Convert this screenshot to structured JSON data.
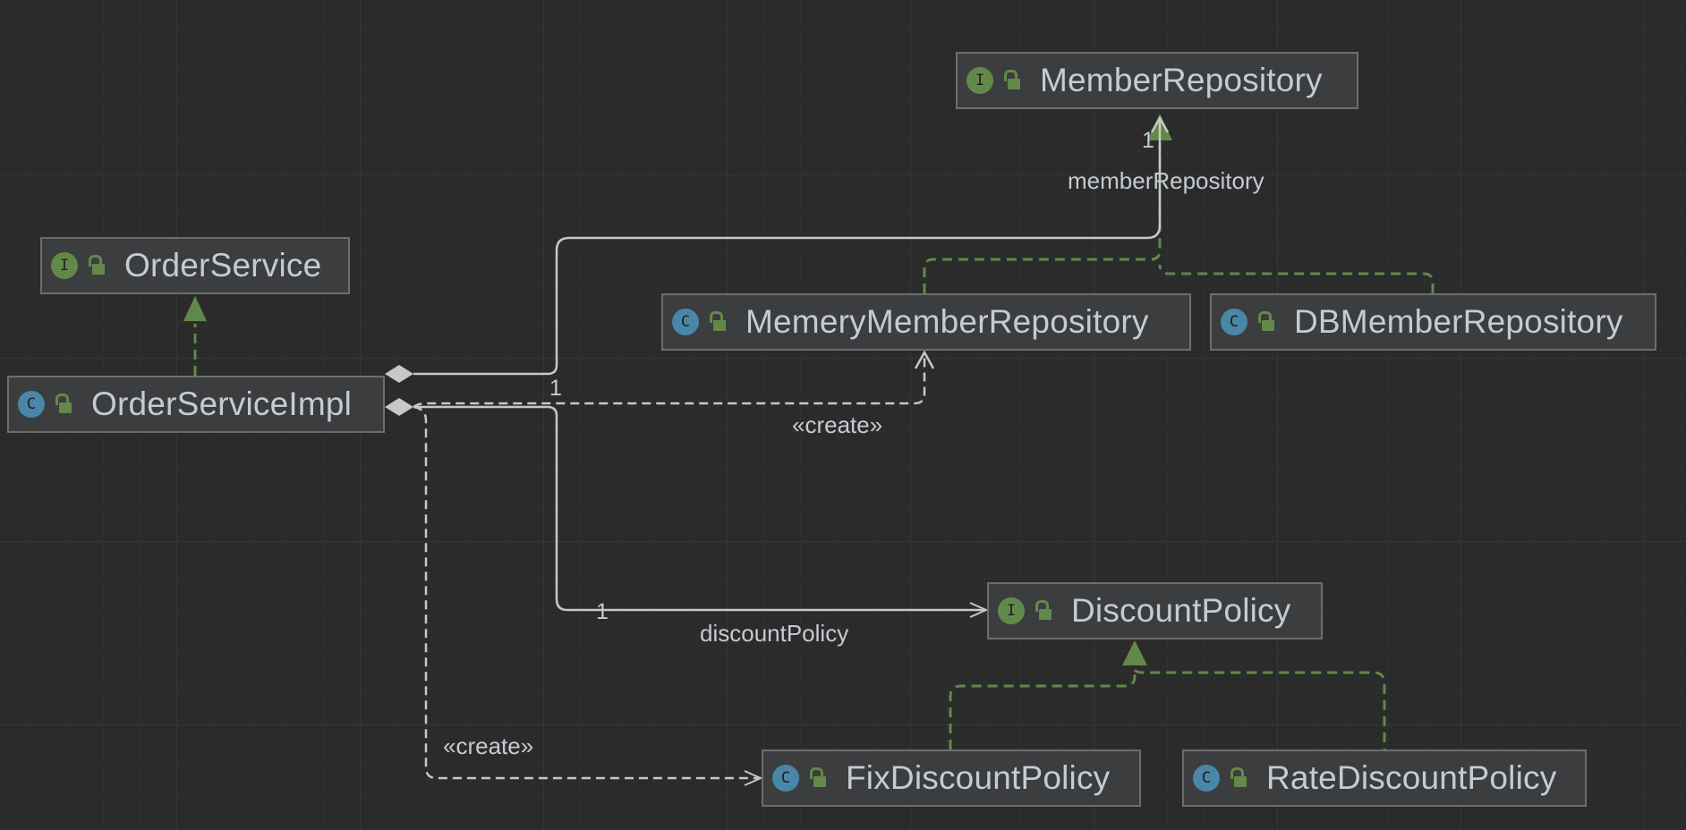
{
  "colors": {
    "background": "#2b2b2b",
    "node_fill": "#3b3d3f",
    "node_border": "#6b6e71",
    "interface_badge": "#62894a",
    "class_badge": "#4a86a8",
    "realization_edge": "#62894a",
    "association_edge": "#c8c8c8",
    "text": "#c5cbd3"
  },
  "nodes": {
    "member_repository": {
      "kind": "interface",
      "badge": "I",
      "name": "MemberRepository",
      "icon": "lock-icon"
    },
    "order_service": {
      "kind": "interface",
      "badge": "I",
      "name": "OrderService",
      "icon": "lock-icon"
    },
    "memery_member_repository": {
      "kind": "class",
      "badge": "C",
      "name": "MemeryMemberRepository",
      "icon": "lock-icon"
    },
    "db_member_repository": {
      "kind": "class",
      "badge": "C",
      "name": "DBMemberRepository",
      "icon": "lock-icon"
    },
    "order_service_impl": {
      "kind": "class",
      "badge": "C",
      "name": "OrderServiceImpl",
      "icon": "lock-icon"
    },
    "discount_policy": {
      "kind": "interface",
      "badge": "I",
      "name": "DiscountPolicy",
      "icon": "lock-icon"
    },
    "fix_discount_policy": {
      "kind": "class",
      "badge": "C",
      "name": "FixDiscountPolicy",
      "icon": "lock-icon"
    },
    "rate_discount_policy": {
      "kind": "class",
      "badge": "C",
      "name": "RateDiscountPolicy",
      "icon": "lock-icon"
    }
  },
  "edges": {
    "member_repository_assoc": {
      "type": "composition",
      "from": "OrderServiceImpl",
      "to": "MemberRepository",
      "role": "memberRepository",
      "multiplicity": "1"
    },
    "discount_policy_assoc": {
      "type": "composition",
      "from": "OrderServiceImpl",
      "to": "DiscountPolicy",
      "role": "discountPolicy",
      "multiplicity": "1"
    },
    "create_memery": {
      "type": "dependency",
      "from": "OrderServiceImpl",
      "to": "MemeryMemberRepository",
      "stereotype": "«create»",
      "multiplicity": "1"
    },
    "create_fix": {
      "type": "dependency",
      "from": "OrderServiceImpl",
      "to": "FixDiscountPolicy",
      "stereotype": "«create»"
    },
    "realizations": [
      {
        "from": "OrderServiceImpl",
        "to": "OrderService"
      },
      {
        "from": "MemeryMemberRepository",
        "to": "MemberRepository"
      },
      {
        "from": "DBMemberRepository",
        "to": "MemberRepository"
      },
      {
        "from": "FixDiscountPolicy",
        "to": "DiscountPolicy"
      },
      {
        "from": "RateDiscountPolicy",
        "to": "DiscountPolicy"
      }
    ]
  }
}
